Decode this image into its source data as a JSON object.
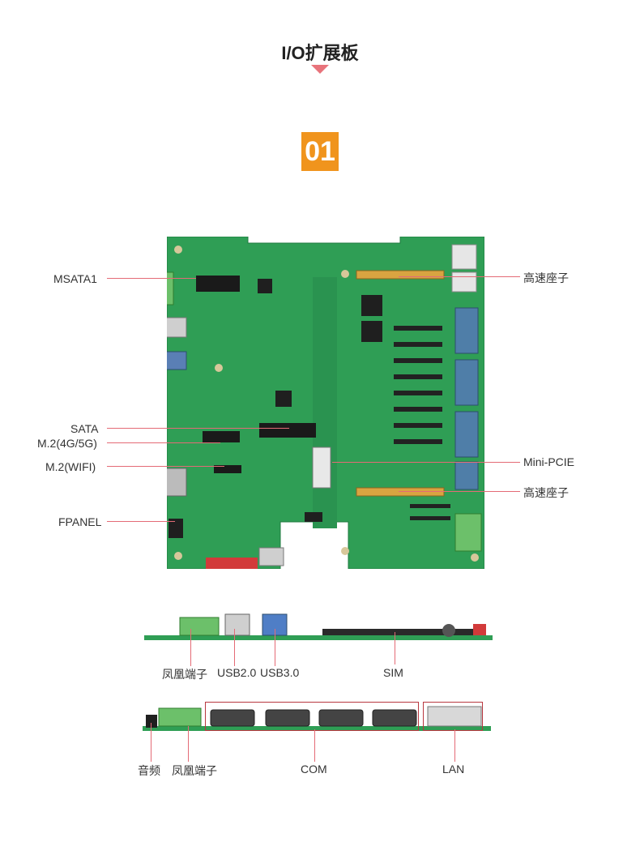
{
  "header": {
    "title": "I/O扩展板",
    "badge": "01"
  },
  "colors": {
    "accent": "#e46b76",
    "badge": "#f0941d",
    "pcb": "#2c9a52"
  },
  "top_view": {
    "left_labels": [
      "MSATA1",
      "SATA",
      "M.2(4G/5G)",
      "M.2(WIFI)",
      "FPANEL"
    ],
    "right_labels": [
      "高速座子",
      "Mini-PCIE",
      "高速座子"
    ]
  },
  "side_view_1": {
    "labels": [
      "凤凰端子",
      "USB2.0",
      "USB3.0",
      "SIM"
    ]
  },
  "side_view_2": {
    "labels": [
      "音频",
      "凤凰端子",
      "COM",
      "LAN"
    ]
  }
}
